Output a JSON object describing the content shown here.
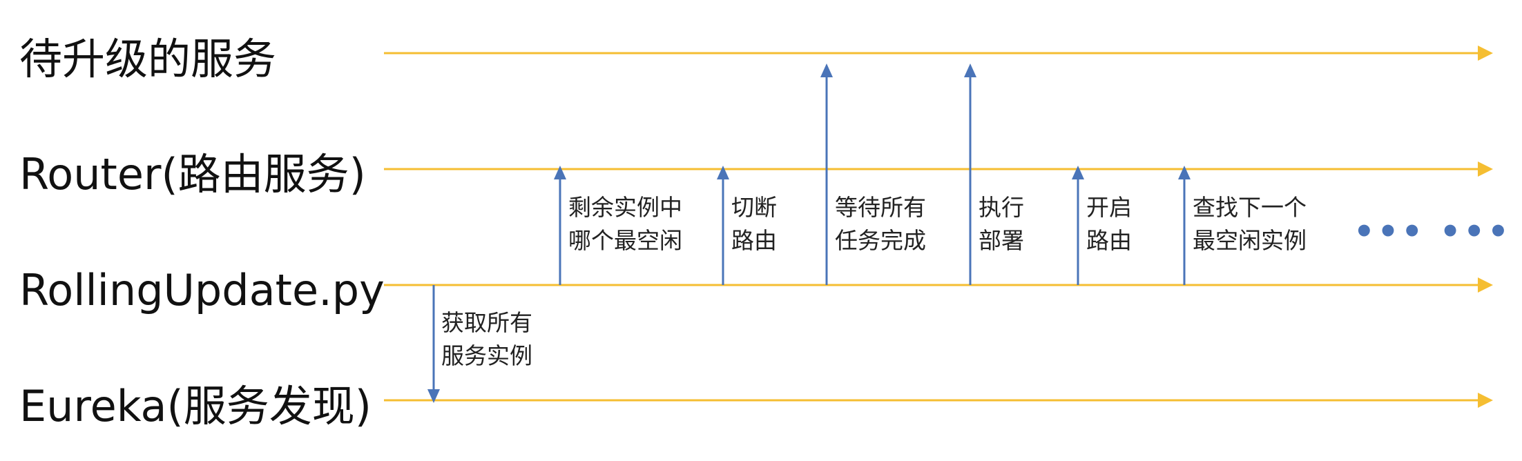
{
  "colors": {
    "timeline": "#F5BE32",
    "arrow": "#4A74B8",
    "text": "#111111"
  },
  "lanes": [
    {
      "label": "待升级的服务"
    },
    {
      "label": "Router(路由服务)"
    },
    {
      "label": "RollingUpdate.py"
    },
    {
      "label": "Eureka(服务发现)"
    }
  ],
  "steps": [
    {
      "line1": "获取所有",
      "line2": "服务实例"
    },
    {
      "line1": "剩余实例中",
      "line2": "哪个最空闲"
    },
    {
      "line1": "切断",
      "line2": "路由"
    },
    {
      "line1": "等待所有",
      "line2": "任务完成"
    },
    {
      "line1": "执行",
      "line2": "部署"
    },
    {
      "line1": "开启",
      "line2": "路由"
    },
    {
      "line1": "查找下一个",
      "line2": "最空闲实例"
    }
  ],
  "ellipsis": "••• •••"
}
